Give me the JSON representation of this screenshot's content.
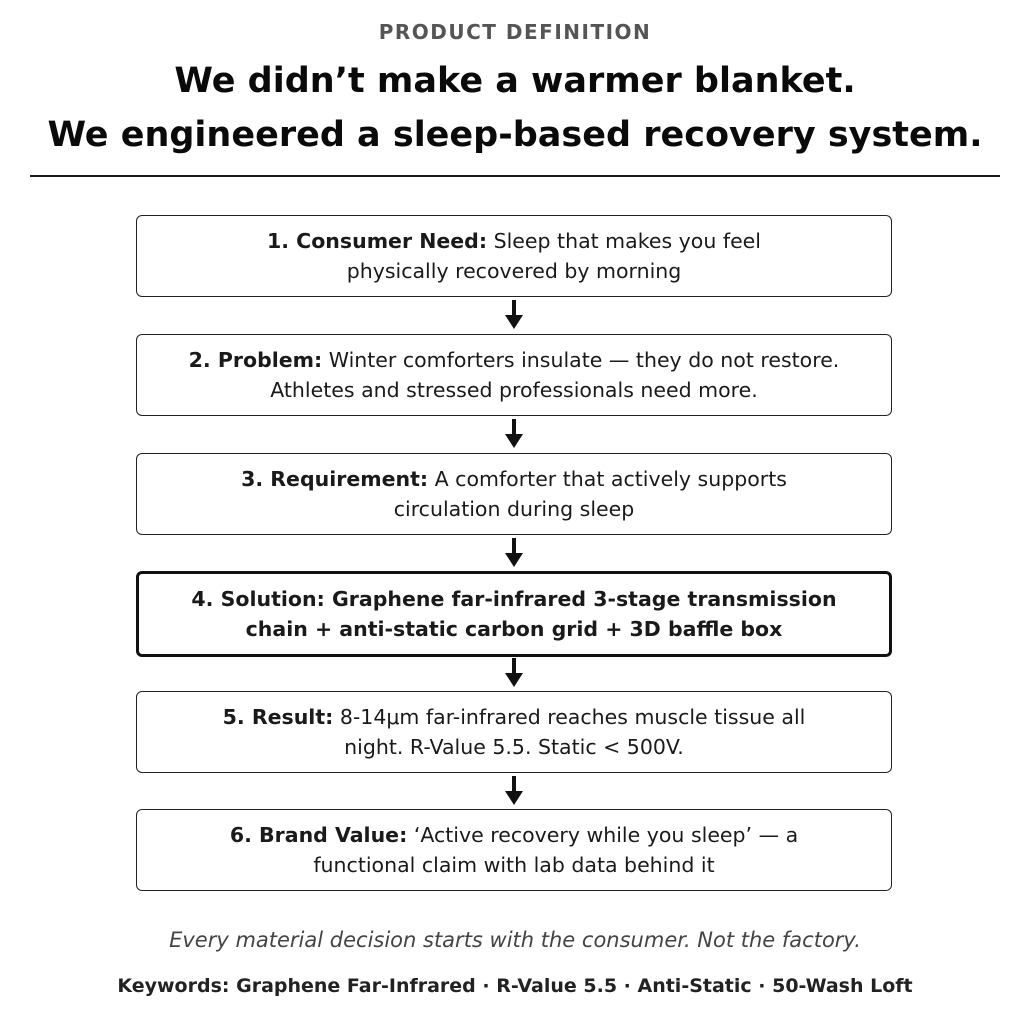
{
  "header": {
    "eyebrow": "PRODUCT DEFINITION",
    "headline_line1": "We didn’t make a warmer blanket.",
    "headline_line2": "We engineered a sleep-based recovery system."
  },
  "steps": [
    {
      "label": "1. Consumer Need:",
      "text": "Sleep that makes you feel physically recovered by morning"
    },
    {
      "label": "2. Problem:",
      "text": "Winter comforters insulate — they do not restore. Athletes and stressed professionals need more."
    },
    {
      "label": "3. Requirement:",
      "text": "A comforter that actively supports circulation during sleep"
    },
    {
      "label": "4. Solution:",
      "text": "Graphene far-infrared 3-stage transmission chain + anti-static carbon grid + 3D baffle box"
    },
    {
      "label": "5. Result:",
      "text": "8-14μm far-infrared reaches muscle tissue all night. R-Value 5.5. Static < 500V."
    },
    {
      "label": "6. Brand Value:",
      "text": "‘Active recovery while you sleep’ — a functional claim with lab data behind it"
    }
  ],
  "footer": {
    "tagline": "Every material decision starts with the consumer. Not the factory.",
    "keywords": "Keywords: Graphene Far-Infrared · R-Value 5.5 · Anti-Static · 50-Wash Loft"
  },
  "colors": {
    "text": "#111111",
    "muted": "#555555",
    "border": "#222222"
  }
}
